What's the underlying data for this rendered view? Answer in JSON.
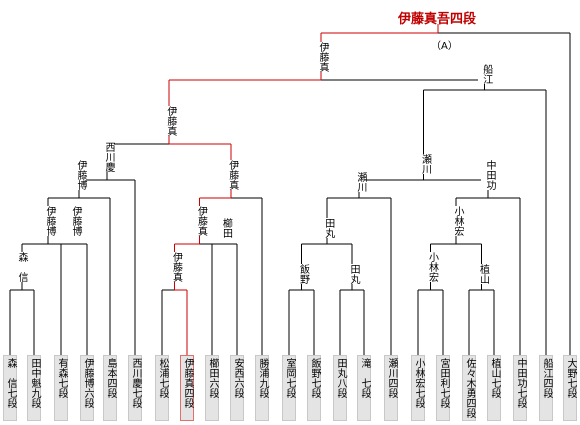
{
  "winner": "伊藤真吾四段",
  "final_note": "（A）",
  "colors": {
    "line": "#000000",
    "winner_path": "#cc0000",
    "box_fill": "#e4e4e4"
  },
  "entrants": [
    {
      "id": "mori",
      "label": "森　信七段"
    },
    {
      "id": "tanaka",
      "label": "田中魁九段"
    },
    {
      "id": "arimori",
      "label": "有森七段"
    },
    {
      "id": "itohiro",
      "label": "伊藤博六段"
    },
    {
      "id": "shimamoto",
      "label": "島本四段"
    },
    {
      "id": "nishikawa",
      "label": "西川慶七段"
    },
    {
      "id": "matsuura",
      "label": "松浦七段"
    },
    {
      "id": "itoshin",
      "label": "伊藤真四段"
    },
    {
      "id": "kushida",
      "label": "櫛田六段"
    },
    {
      "id": "anzai",
      "label": "安西六段"
    },
    {
      "id": "katsuura",
      "label": "勝浦九段"
    },
    {
      "id": "murooka",
      "label": "室岡七段"
    },
    {
      "id": "iino",
      "label": "飯野七段"
    },
    {
      "id": "tamaru",
      "label": "田丸八段"
    },
    {
      "id": "taki",
      "label": "滝　七段"
    },
    {
      "id": "segawa",
      "label": "瀬川四段"
    },
    {
      "id": "kobayashi",
      "label": "小林宏七段"
    },
    {
      "id": "miyata",
      "label": "宮田利七段"
    },
    {
      "id": "sasaki",
      "label": "佐々木勇四段"
    },
    {
      "id": "ueyama",
      "label": "植山七段"
    },
    {
      "id": "nakata",
      "label": "中田功七段"
    },
    {
      "id": "funae",
      "label": "船江四段"
    },
    {
      "id": "ono",
      "label": "大野七段"
    }
  ],
  "matches": [
    {
      "id": "m1",
      "children": [
        "mori",
        "tanaka"
      ],
      "winner_label": "森　信"
    },
    {
      "id": "m2",
      "children": [
        "arimori",
        "itohiro"
      ],
      "winner_label": "伊藤博"
    },
    {
      "id": "m3",
      "children": [
        "m1",
        "m2"
      ],
      "winner_label": "伊藤博"
    },
    {
      "id": "m4",
      "children": [
        "m3",
        "shimamoto"
      ],
      "winner_label": "伊藤博"
    },
    {
      "id": "m5",
      "children": [
        "m4",
        "nishikawa"
      ],
      "winner_label": "西川慶"
    },
    {
      "id": "m6",
      "children": [
        "matsuura",
        "itoshin"
      ],
      "winner_label": "伊藤真"
    },
    {
      "id": "m7",
      "children": [
        "kushida",
        "anzai"
      ],
      "winner_label": "櫛田"
    },
    {
      "id": "m8",
      "children": [
        "m6",
        "m7"
      ],
      "winner_label": "伊藤真"
    },
    {
      "id": "m9",
      "children": [
        "m8",
        "katsuura"
      ],
      "winner_label": "伊藤真"
    },
    {
      "id": "m10",
      "children": [
        "m5",
        "m9"
      ],
      "winner_label": "伊藤真"
    },
    {
      "id": "m11",
      "children": [
        "murooka",
        "iino"
      ],
      "winner_label": "飯野"
    },
    {
      "id": "m12",
      "children": [
        "tamaru",
        "taki"
      ],
      "winner_label": "田丸"
    },
    {
      "id": "m13",
      "children": [
        "m11",
        "m12"
      ],
      "winner_label": "田丸"
    },
    {
      "id": "m14",
      "children": [
        "m13",
        "segawa"
      ],
      "winner_label": "瀬川"
    },
    {
      "id": "m15",
      "children": [
        "kobayashi",
        "miyata"
      ],
      "winner_label": "小林宏"
    },
    {
      "id": "m16",
      "children": [
        "sasaki",
        "ueyama"
      ],
      "winner_label": "植山"
    },
    {
      "id": "m17",
      "children": [
        "m15",
        "m16"
      ],
      "winner_label": "小林宏"
    },
    {
      "id": "m18",
      "children": [
        "m17",
        "nakata"
      ],
      "winner_label": "中田功"
    },
    {
      "id": "m19",
      "children": [
        "m14",
        "m18"
      ],
      "winner_label": "瀬川"
    },
    {
      "id": "m20",
      "children": [
        "m19",
        "funae"
      ],
      "winner_label": "船江"
    },
    {
      "id": "m21",
      "children": [
        "m10",
        "m20"
      ],
      "winner_label": "伊藤真"
    },
    {
      "id": "m22",
      "children": [
        "m21",
        "ono"
      ],
      "winner_label": ""
    }
  ],
  "winner_path": [
    "itoshin",
    "m6",
    "m8",
    "m9",
    "m10",
    "m21",
    "m22"
  ]
}
